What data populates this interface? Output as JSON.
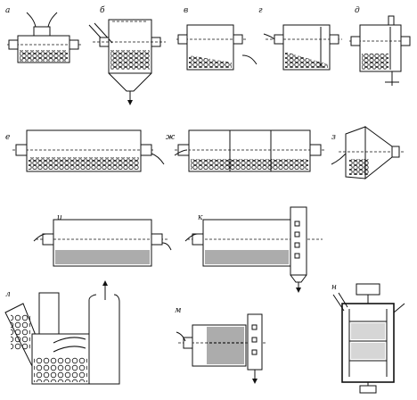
{
  "panels": [
    {
      "id": "a",
      "label": "а"
    },
    {
      "id": "b",
      "label": "б"
    },
    {
      "id": "v",
      "label": "в"
    },
    {
      "id": "g",
      "label": "г"
    },
    {
      "id": "d",
      "label": "д"
    },
    {
      "id": "e",
      "label": "е"
    },
    {
      "id": "zh",
      "label": "ж"
    },
    {
      "id": "z",
      "label": "з"
    },
    {
      "id": "i",
      "label": "и"
    },
    {
      "id": "k",
      "label": "к"
    },
    {
      "id": "l",
      "label": "л"
    },
    {
      "id": "m",
      "label": "м"
    },
    {
      "id": "n",
      "label": "н"
    }
  ]
}
